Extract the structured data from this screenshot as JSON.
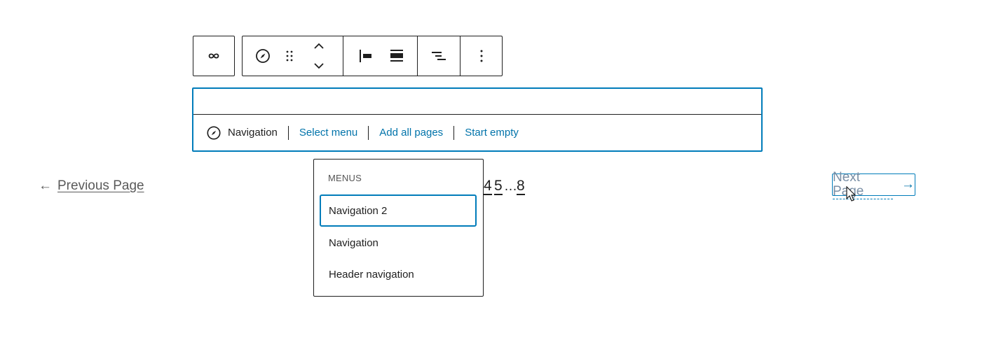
{
  "toolbar": {
    "link_icon": "link-icon",
    "block_icon": "compass-icon",
    "drag_icon": "drag-handle-icon",
    "move_icon": "move-up-down-icon",
    "justify_left_icon": "justify-left-icon",
    "justify_center_icon": "justify-center-icon",
    "orientation_icon": "orientation-icon",
    "more_icon": "more-vertical-icon"
  },
  "placeholder": {
    "label": "Navigation",
    "select_menu": "Select menu",
    "add_all_pages": "Add all pages",
    "start_empty": "Start empty"
  },
  "pagination": {
    "previous": "Previous Page",
    "previous_arrow": "←",
    "next": "Next Page",
    "next_arrow": "→",
    "numbers": [
      "4",
      "5",
      "…",
      "8"
    ]
  },
  "menu": {
    "heading": "MENUS",
    "items": [
      "Navigation 2",
      "Navigation",
      "Header navigation"
    ]
  },
  "colors": {
    "accent": "#007cba",
    "link": "#0073aa",
    "text": "#1e1e1e"
  }
}
